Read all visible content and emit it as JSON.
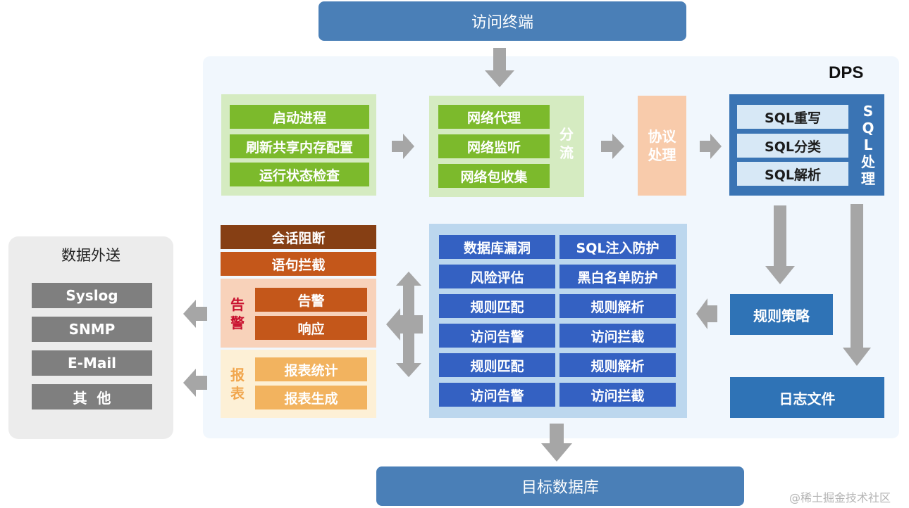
{
  "top_terminal": "访问终端",
  "dps_label": "DPS",
  "startup": {
    "items": [
      "启动进程",
      "刷新共享内存配置",
      "运行状态检查"
    ]
  },
  "network": {
    "items": [
      "网络代理",
      "网络监听",
      "网络包收集"
    ],
    "side_label": [
      "分",
      "流"
    ]
  },
  "protocol": {
    "label_lines": [
      "协议",
      "处理"
    ]
  },
  "sql": {
    "items": [
      "SQL重写",
      "SQL分类",
      "SQL解析"
    ],
    "side_label": [
      "S",
      "Q",
      "L",
      "处",
      "理"
    ]
  },
  "rules_strategy": "规则策略",
  "log_file": "日志文件",
  "alert_panel": {
    "top_items": [
      "会话阻断",
      "语句拦截"
    ],
    "alarm": {
      "label": [
        "告",
        "警"
      ],
      "items": [
        "告警",
        "响应"
      ]
    },
    "report": {
      "label": [
        "报",
        "表"
      ],
      "items": [
        "报表统计",
        "报表生成"
      ]
    }
  },
  "rule_grid": {
    "rows": [
      [
        "数据库漏洞",
        "SQL注入防护"
      ],
      [
        "风险评估",
        "黑白名单防护"
      ],
      [
        "规则匹配",
        "规则解析"
      ],
      [
        "访问告警",
        "访问拦截"
      ],
      [
        "规则匹配",
        "规则解析"
      ],
      [
        "访问告警",
        "访问拦截"
      ]
    ]
  },
  "outbound": {
    "title": "数据外送",
    "items": [
      "Syslog",
      "SNMP",
      "E-Mail",
      "其  他"
    ]
  },
  "target_db": "目标数据库",
  "watermark": "@稀土掘金技术社区",
  "colors": {
    "blue_bar": "#4a7fb7",
    "green": "#7cba2c",
    "blue_dark": "#3a74b4",
    "rule_blue": "#3461c2",
    "brown": "#863f14",
    "orange": "#c4571a",
    "arrow_gray": "#a6a6a6"
  }
}
